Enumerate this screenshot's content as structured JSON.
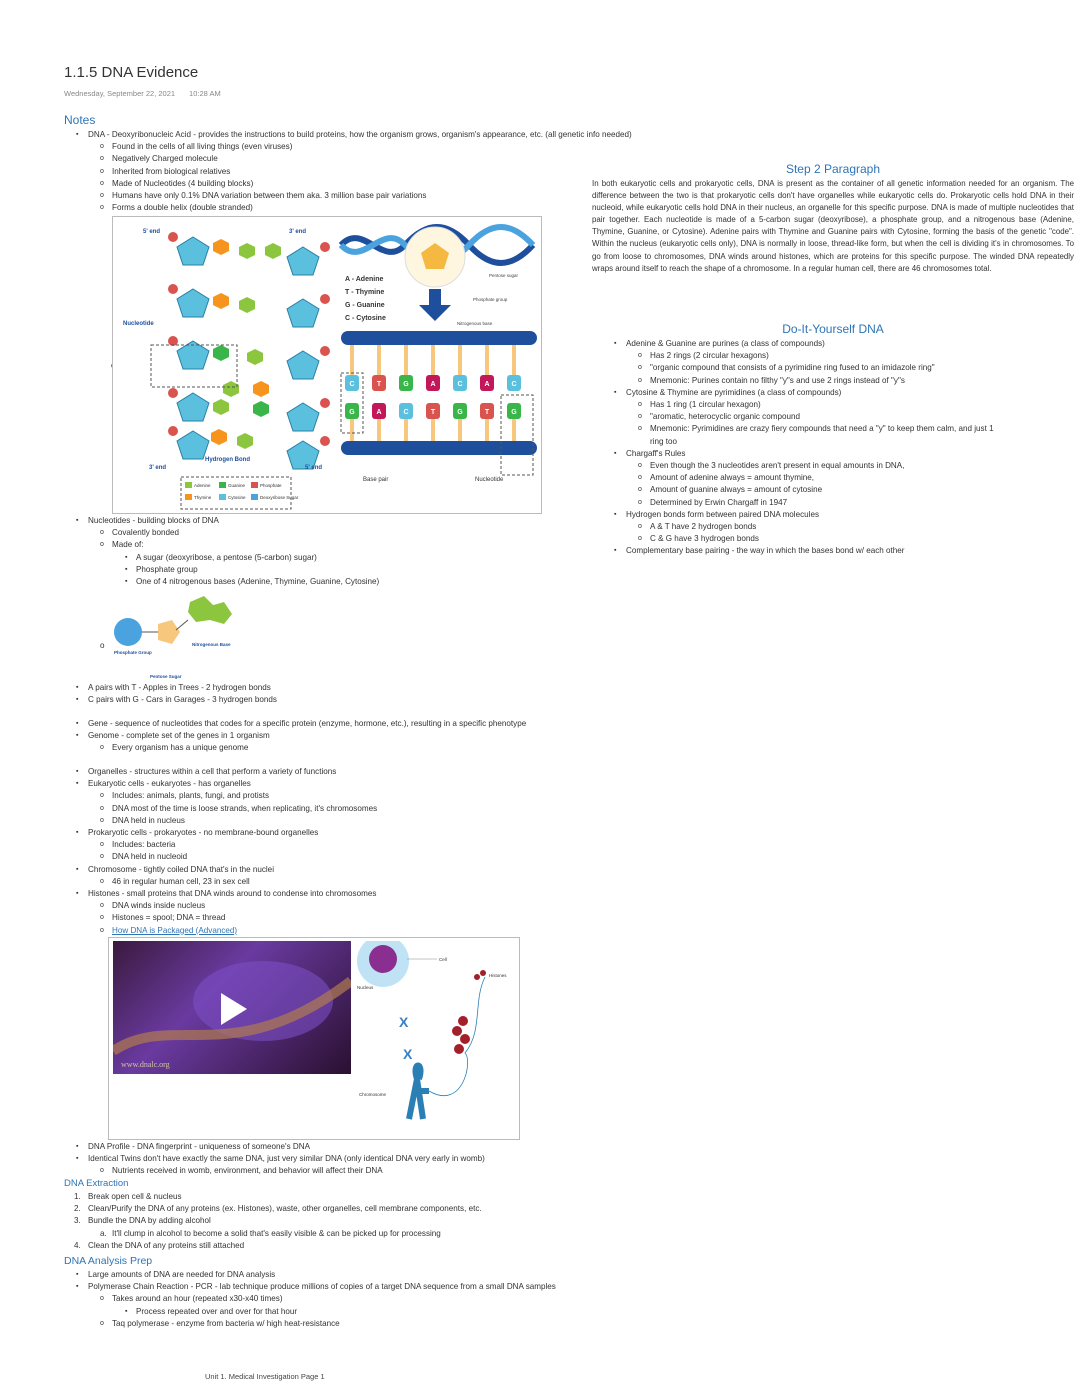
{
  "header": {
    "title": "1.1.5 DNA Evidence",
    "date": "Wednesday, September 22, 2021",
    "time": "10:28 AM"
  },
  "notes": {
    "heading": "Notes",
    "dna": "DNA - Deoxyribonucleic Acid - provides the instructions to build proteins, how the organism grows, organism's appearance, etc. (all genetic info needed)",
    "dna_sub": [
      "Found in the cells of all living things (even viruses)",
      "Negatively Charged molecule",
      "Inherited from biological relatives",
      "Made of Nucleotides (4 building blocks)",
      "Humans have only 0.1% DNA variation between them aka. 3 million base pair variations",
      "Forms a double helix (double stranded)"
    ],
    "left_o": "o",
    "nucleotides": "Nucleotides - building blocks of DNA",
    "nuc_sub1": "Covalently bonded",
    "nuc_sub2": "Made of:",
    "made_of": [
      "A sugar (deoxyribose, a pentose (5-carbon) sugar)",
      "Phosphate group",
      "One of 4 nitrogenous bases (Adenine, Thymine, Guanine, Cytosine)"
    ],
    "pairs": [
      "A pairs with T - Apples in Trees - 2 hydrogen bonds",
      "C pairs with G - Cars in Garages - 3 hydrogen bonds"
    ],
    "gene": "Gene - sequence of nucleotides that codes for a specific protein (enzyme, hormone, etc.), resulting in a specific phenotype",
    "genome": "Genome - complete set of the genes in 1 organism",
    "genome_sub": "Every organism has a unique genome",
    "organelles": "Organelles - structures within a cell that perform a variety of functions",
    "eukaryotic": "Eukaryotic cells - eukaryotes - has organelles",
    "euk_sub": [
      "Includes: animals, plants, fungi, and protists",
      "DNA most of the time is loose strands, when replicating, it's chromosomes",
      "DNA held in nucleus"
    ],
    "prokaryotic": "Prokaryotic cells - prokaryotes - no membrane-bound organelles",
    "pro_sub": [
      "Includes: bacteria",
      "DNA held in nucleoid"
    ],
    "chromosome": "Chromosome - tightly coiled DNA that's in the nuclei",
    "chromosome_sub": "46 in regular human cell, 23 in sex cell",
    "histones": "Histones - small proteins that DNA winds around to condense into chromosomes",
    "hist_sub": [
      "DNA winds inside nucleus",
      "Histones = spool; DNA = thread"
    ],
    "hist_link": "How DNA is Packaged (Advanced)",
    "profile": "DNA Profile - DNA fingerprint - uniqueness of someone's DNA",
    "twins": "Identical Twins don't have exactly the same DNA, just very similar DNA (only identical DNA very early in womb)",
    "twins_sub": "Nutrients received in womb, environment, and behavior will affect their DNA"
  },
  "diagram": {
    "five_end": "5' end",
    "three_end": "3' end",
    "nucleotide": "Nucleotide",
    "hydrogen_bond": "Hydrogen Bond",
    "bottom_three": "3' end",
    "bottom_five": "5' end",
    "legend_adenine": "Adenine",
    "legend_guanine": "Guanine",
    "legend_phosphate": "Phosphate",
    "legend_thymine": "Thymine",
    "legend_cytosine": "Cytosine",
    "legend_sugar": "Deoxyribose Sugar",
    "key_a": "A - Adenine",
    "key_t": "T - Thymine",
    "key_g": "G - Guanine",
    "key_c": "C - Cytosine",
    "pentose": "Pentose sugar",
    "phosphate_group": "Phosphate group",
    "nitrogenous_base": "Nitrogenous base",
    "base_pair": "Base pair",
    "nucleotide_right": "Nucleotide",
    "top_row": [
      "C",
      "T",
      "G",
      "A",
      "C",
      "A",
      "C"
    ],
    "bottom_row": [
      "G",
      "A",
      "C",
      "T",
      "G",
      "T",
      "G"
    ],
    "molecule_phosphate": "Phosphate Group",
    "molecule_sugar": "Pentose Sugar",
    "molecule_base": "Nitrogenous Base"
  },
  "video": {
    "watermark": "www.dnalc.org",
    "cell": "Cell",
    "nucleus": "Nucleus",
    "histones": "Histones",
    "chromosome": "Chromosome"
  },
  "extraction": {
    "heading": "DNA Extraction",
    "steps": [
      "Break open cell & nucleus",
      "Clean/Purify the DNA of any proteins (ex. Histones), waste, other organelles, cell membrane components, etc.",
      "Bundle the DNA by adding alcohol"
    ],
    "sub_a": "It'll clump in alcohol to become a solid that's easily visible & can be picked up for processing",
    "step4": "Clean the DNA of any proteins still attached"
  },
  "analysis": {
    "heading": "DNA Analysis Prep",
    "items": [
      "Large amounts of DNA are needed for DNA analysis",
      "Polymerase Chain Reaction - PCR - lab technique produce millions of copies of a target DNA sequence from a small DNA samples"
    ],
    "pcr_sub1": "Takes around an hour (repeated x30-x40 times)",
    "pcr_sub1_sub": "Process repeated over and over for that hour",
    "pcr_sub2": "Taq polymerase - enzyme from bacteria w/ high heat-resistance"
  },
  "step2": {
    "heading": "Step 2 Paragraph",
    "paragraph": "In both eukaryotic cells and prokaryotic cells, DNA is present as the container of all genetic information needed for an organism. The difference between the two is that prokaryotic cells don't have organelles while eukaryotic cells do. Prokaryotic cells hold DNA in their nucleoid, while eukaryotic cells hold DNA in their nucleus, an organelle for this specific purpose. DNA is made of multiple nucleotides that pair together. Each nucleotide is made of a 5-carbon sugar (deoxyribose), a phosphate group, and a nitrogenous base (Adenine, Thymine, Guanine, or Cytosine). Adenine pairs with Thymine and Guanine pairs with Cytosine, forming the basis of the genetic \"code\". Within the nucleus (eukaryotic cells only), DNA is normally in loose, thread-like form, but when the cell is dividing it's in chromosomes. To go from loose to chromosomes, DNA winds around histones, which are proteins for this specific purpose. The winded DNA repeatedly wraps around itself to reach the shape of a chromosome. In a regular human cell, there are 46 chromosomes total."
  },
  "diy": {
    "heading": "Do-It-Yourself DNA",
    "purines": "Adenine & Guanine are purines (a class of compounds)",
    "purines_sub": [
      "Has 2 rings (2 circular hexagons)",
      "\"organic compound that consists of a pyrimidine ring fused to an imidazole ring\"",
      "Mnemonic: Purines contain no filthy \"y\"s and use 2 rings instead of \"y\"s"
    ],
    "pyrimidines": "Cytosine & Thymine are pyrimidines (a class of compounds)",
    "pyr_sub": [
      "Has 1 ring (1 circular hexagon)",
      "\"aromatic, heterocyclic organic compound",
      "Mnemonic: Pyrimidines are crazy fiery compounds that need a \"y\" to keep them calm, and just 1",
      "ring too"
    ],
    "chargaff": "Chargaff's Rules",
    "chargaff_sub": [
      "Even though the 3 nucleotides aren't present in equal amounts in DNA,",
      "Amount of adenine always = amount thymine,",
      "Amount of guanine always = amount of cytosine",
      "Determined by Erwin Chargaff in 1947"
    ],
    "hbonds": "Hydrogen bonds form between paired DNA molecules",
    "hbonds_sub": [
      "A & T have 2 hydrogen bonds",
      "C & G have 3 hydrogen bonds"
    ],
    "complementary": "Complementary base pairing - the way in which the bases bond w/ each other"
  },
  "footer": "Unit 1. Medical Investigation Page 1",
  "colors": {
    "heading_blue": "#2e75b6",
    "adenine": "#8cc63f",
    "thymine": "#f7941d",
    "guanine": "#39b54a",
    "cytosine": "#5bc0de",
    "phosphate": "#d9534f",
    "sugar": "#4aa3df",
    "helix_blue": "#1e4f9c"
  }
}
